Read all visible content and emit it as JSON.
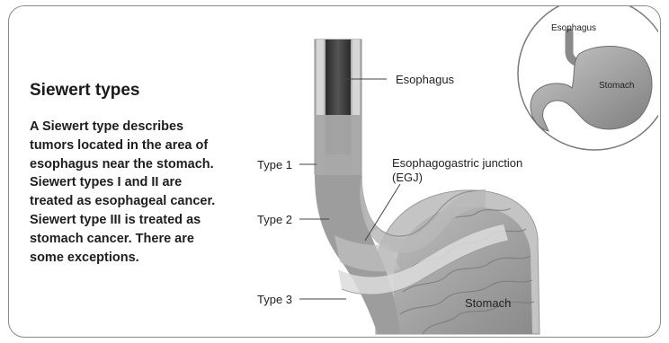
{
  "panel": {
    "heading": "Siewert types",
    "description_lines": [
      "A Siewert type describes",
      "tumors located in the area of",
      "esophagus near the stomach.",
      "Siewert types I and II are",
      "treated as esophageal cancer.",
      "Siewert type III is treated as",
      "stomach cancer. There are",
      "some exceptions."
    ]
  },
  "diagram": {
    "labels": {
      "esophagus": "Esophagus",
      "type1": "Type 1",
      "type2": "Type 2",
      "type3": "Type 3",
      "egj_line1": "Esophagogastric junction",
      "egj_line2": "(EGJ)",
      "stomach": "Stomach"
    },
    "inset": {
      "esophagus": "Esophagus",
      "stomach": "Stomach"
    }
  },
  "colors": {
    "esophagus_dark": "#3b3b3b",
    "tissue": "#a6a6a6",
    "stomach_wall": "#c9c9c9",
    "stomach_inner": "#8f8f8f",
    "zone_light": "#d8d8d8"
  }
}
